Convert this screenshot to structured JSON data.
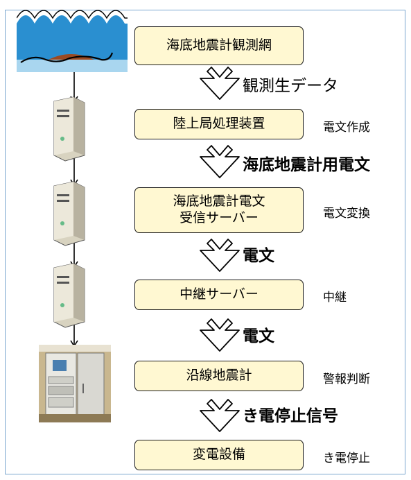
{
  "steps": [
    {
      "box": [
        "海底地震計観測網"
      ],
      "action": "",
      "icon": "seabed-network-icon"
    },
    {
      "box": [
        "陸上局処理装置"
      ],
      "action": "電文作成",
      "icon": "server-icon"
    },
    {
      "box": [
        "海底地震計電文",
        "受信サーバー"
      ],
      "action": "電文変換",
      "icon": "server-icon"
    },
    {
      "box": [
        "中継サーバー"
      ],
      "action": "中継",
      "icon": "server-icon"
    },
    {
      "box": [
        "沿線地震計"
      ],
      "action": "警報判断",
      "icon": "seismometer-cabinet-photo"
    },
    {
      "box": [
        "変電設備"
      ],
      "action": "き電停止",
      "icon": ""
    }
  ],
  "transitions": [
    "観測生データ",
    "海底地震計用電文",
    "電文",
    "電文",
    "き電停止信号"
  ],
  "colors": {
    "box_fill": "#fff8d2",
    "box_border": "#1a1a1a",
    "frame_border": "#7aa6cf",
    "sea": "#2a8fd0",
    "seafloor": "#9b4a22"
  }
}
